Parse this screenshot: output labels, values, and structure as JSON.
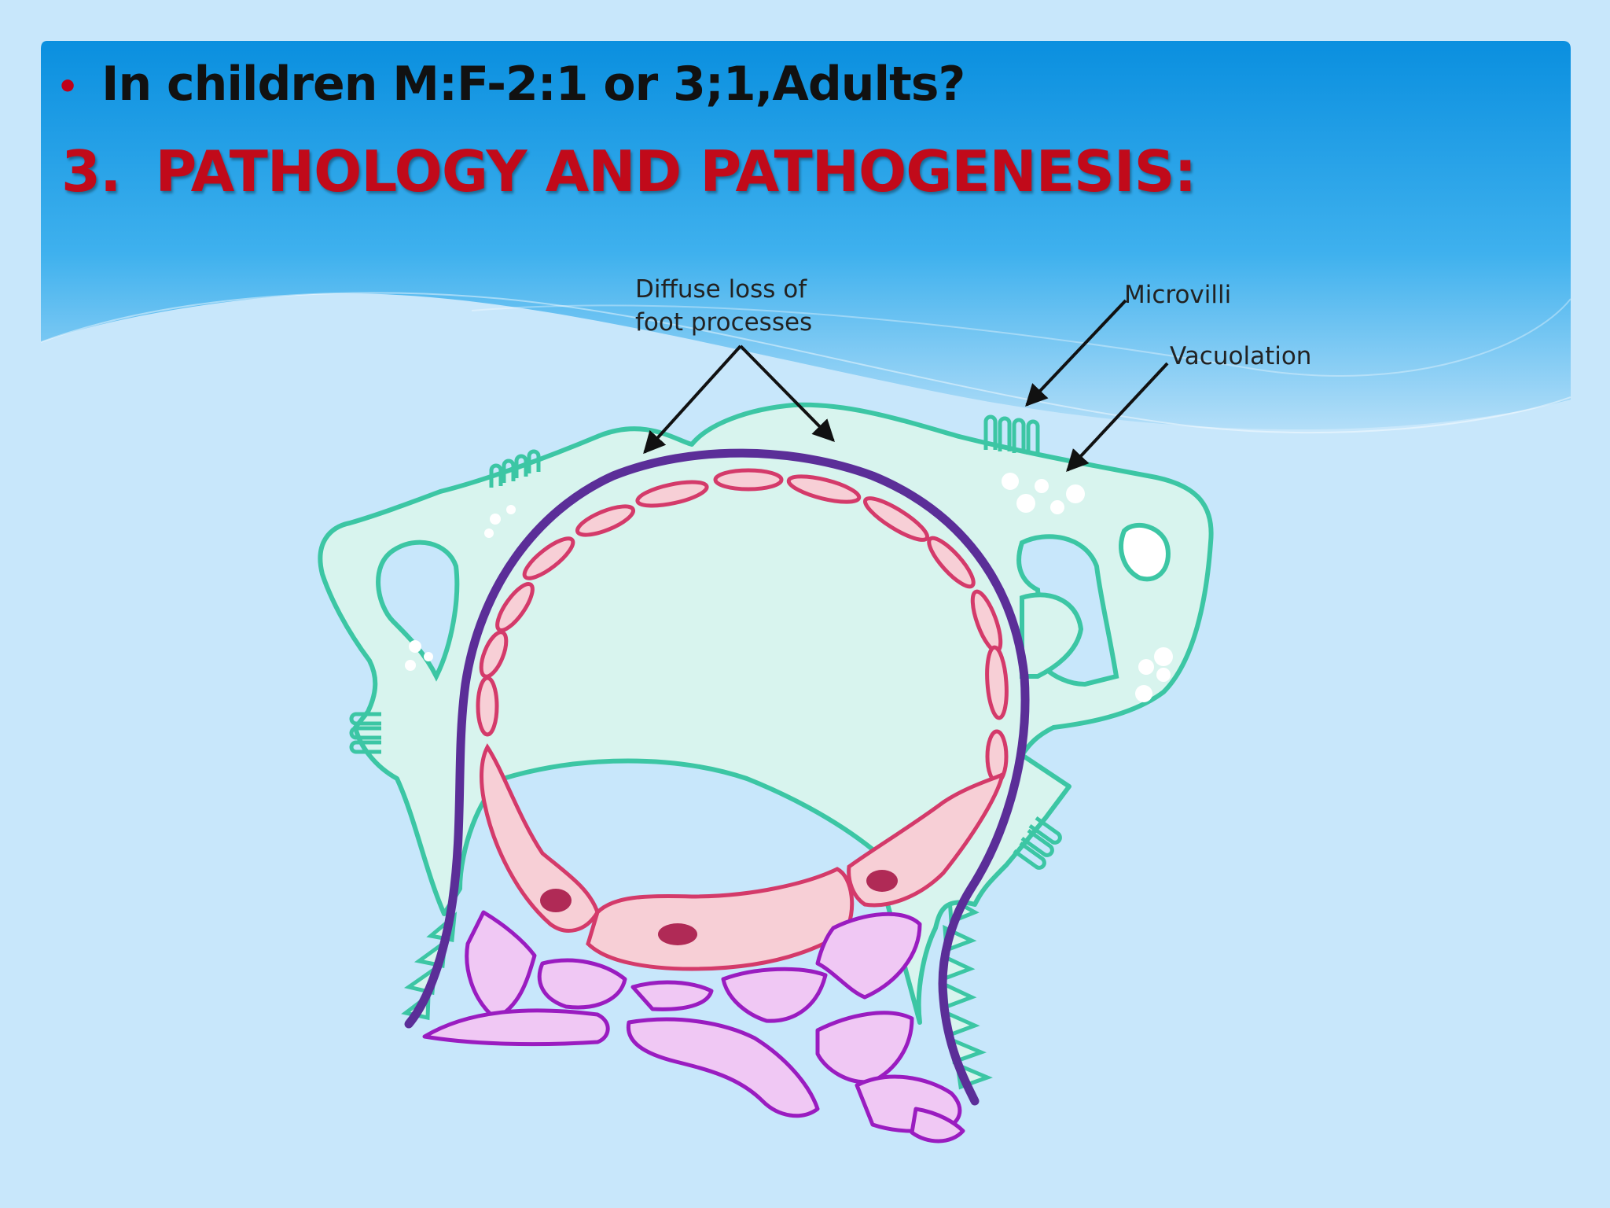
{
  "slide": {
    "bullet_text": "In children M:F-2:1 or 3;1,Adults?",
    "heading_number": "3.",
    "heading_text": "PATHOLOGY AND PATHOGENESIS:"
  },
  "diagram": {
    "labels": {
      "foot_processes_line1": "Diffuse loss of",
      "foot_processes_line2": "foot processes",
      "microvilli": "Microvilli",
      "vacuolation": "Vacuolation"
    }
  },
  "colors": {
    "background": "#c8e7fb",
    "header_blue": "#0a93e0",
    "bullet_dot": "#c00018",
    "heading_red": "#c10a1a",
    "podocyte_outline": "#3cc6a4",
    "podocyte_fill": "#d8f4ee",
    "basement_membrane": "#5b2e98",
    "endothelium_outline": "#d43a6a",
    "endothelium_fill": "#f7cfd6",
    "nucleus": "#b02a56",
    "mesangial_outline": "#9a1cc0",
    "mesangial_fill": "#f0c8f4"
  }
}
